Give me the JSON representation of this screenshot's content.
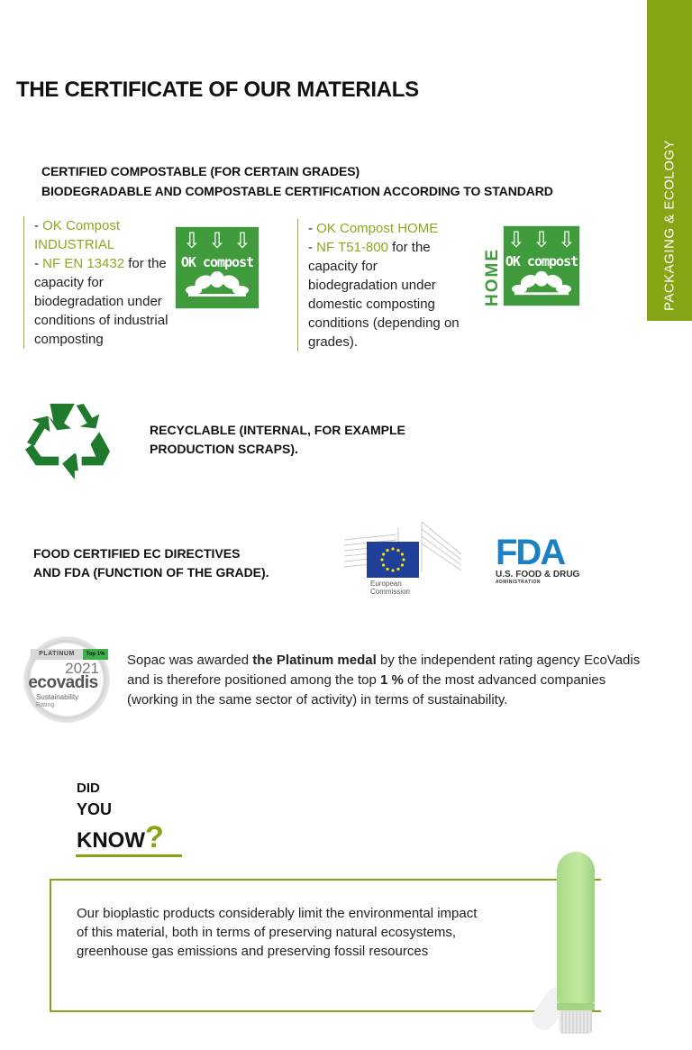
{
  "side_tab": {
    "label": "PACKAGING  &  ECOLOGY"
  },
  "page_title": "THE CERTIFICATE OF OUR MATERIALS",
  "compostable": {
    "heading_line1": "CERTIFIED COMPOSTABLE (FOR CERTAIN GRADES)",
    "heading_line2": "BIODEGRADABLE AND COMPOSTABLE CERTIFICATION ACCORDING TO STANDARD",
    "industrial": {
      "label_prefix": "- ",
      "label": "OK Compost INDUSTRIAL",
      "standard_prefix": "- ",
      "standard": "NF EN 13432",
      "description": " for the capacity for biodegradation under conditions of industrial composting",
      "badge_text": "OK compost"
    },
    "home": {
      "label_prefix": "- ",
      "label": "OK Compost HOME",
      "standard_prefix": "- ",
      "standard": "NF T51-800",
      "description": " for the capacity for biodegradation under domestic composting conditions (depending on grades).",
      "badge_text": "OK compost",
      "badge_side_text": "HOME"
    }
  },
  "recyclable": {
    "line1": "RECYCLABLE (INTERNAL, FOR EXAMPLE",
    "line2": "PRODUCTION SCRAPS)."
  },
  "food": {
    "line1": "FOOD CERTIFIED EC DIRECTIVES",
    "line2": "AND FDA (FUNCTION OF THE GRADE).",
    "ec_logo_line1": "European",
    "ec_logo_line2": "Commission",
    "fda_logo_main": "FDA",
    "fda_logo_sub1": "U.S. FOOD & DRUG",
    "fda_logo_sub2": "ADMINISTRATION"
  },
  "ecovadis": {
    "medal_ribbon": "PLATINUM",
    "medal_top": "Top 1%",
    "medal_year": "2021",
    "medal_brand": "ecovadis",
    "medal_sub1": "Sustainability",
    "medal_sub2": "Rating",
    "text_before": "Sopac was awarded ",
    "text_bold1": "the Platinum medal",
    "text_middle": " by the independent rating agency EcoVadis and is therefore positioned among the top ",
    "text_bold2": "1 %",
    "text_after": " of the most advanced companies (working in the same sector of activity) in terms of sustainability."
  },
  "did_you_know": {
    "line1": "DID",
    "line2": "YOU",
    "line3": "KNOW",
    "mark": "?",
    "fact": "Our bioplastic products considerably limit the environmental impact of this material, both in terms of preserving natural ecosystems, greenhouse gas emissions and preserving fossil resources"
  },
  "colors": {
    "accent_green": "#86a514",
    "text_green": "#8aaa1d",
    "badge_green": "#3f9b3c",
    "recycle_green": "#1f7a2e",
    "eu_blue": "#1f3f99",
    "fda_blue": "#1a82c4"
  }
}
